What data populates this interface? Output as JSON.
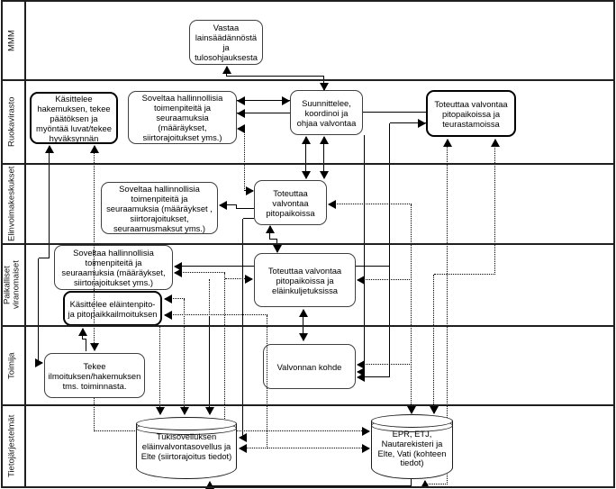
{
  "diagram": {
    "lanes": [
      {
        "label": "MMM"
      },
      {
        "label": "Ruokavirasto"
      },
      {
        "label": "Elinvoimakeskukset"
      },
      {
        "label": "Paikalliset viranomaiset"
      },
      {
        "label": "Toimija"
      },
      {
        "label": "Tietojärjestelmät"
      }
    ],
    "nodes": {
      "vastaa": {
        "label": "Vastaa lainsäädännöstä ja tulosohjauksesta"
      },
      "kasittelee_hakemuksen": {
        "label": "Käsittelee hakemuksen, tekee päätöksen ja myöntää luvat/tekee hyväksynnän"
      },
      "soveltaa_ruokavirasto": {
        "label": "Soveltaa hallinnollisia toimenpiteitä ja seuraamuksia (määräykset, siirtorajoitukset yms.)"
      },
      "suunnittelee": {
        "label": "Suunnittelee, koordinoi ja ohjaa valvontaa"
      },
      "toteuttaa_teurastamot": {
        "label": "Toteuttaa valvontaa pitopaikoissa ja teurastamoissa"
      },
      "soveltaa_elinvoima": {
        "label": "Soveltaa hallinnollisia toimenpiteitä ja seuraamuksia (määräykset , siirtorajoitukset, seuraamusmaksut yms.)"
      },
      "toteuttaa_pitopaikat": {
        "label": "Toteuttaa valvontaa pitopaikoissa"
      },
      "soveltaa_paikalliset": {
        "label": "Soveltaa hallinnollisia toimenpiteitä ja seuraamuksia (määräykset, siirtorajoitukset yms.)"
      },
      "kasittelee_elaintenpito": {
        "label": "Käsittelee eläintenpito- ja pitopaikkailmoituksen"
      },
      "toteuttaa_kuljetukset": {
        "label": "Toteuttaa valvontaa pitopaikoissa ja eläinkuljetuksissa"
      },
      "tekee_ilmoituksen": {
        "label": "Tekee ilmoituksen/hakemuksen tms. toiminnasta."
      },
      "valvonnan_kohde": {
        "label": "Valvonnan kohde"
      },
      "tukisovellus_db": {
        "label": "Tukisovelluksen eläinvalvontasovellus ja Elte (siirtorajoitus tiedot)"
      },
      "epr_db": {
        "label": "EPR, ETJ, Nautarekisteri ja Elte, Vati (kohteen tiedot)"
      }
    }
  }
}
